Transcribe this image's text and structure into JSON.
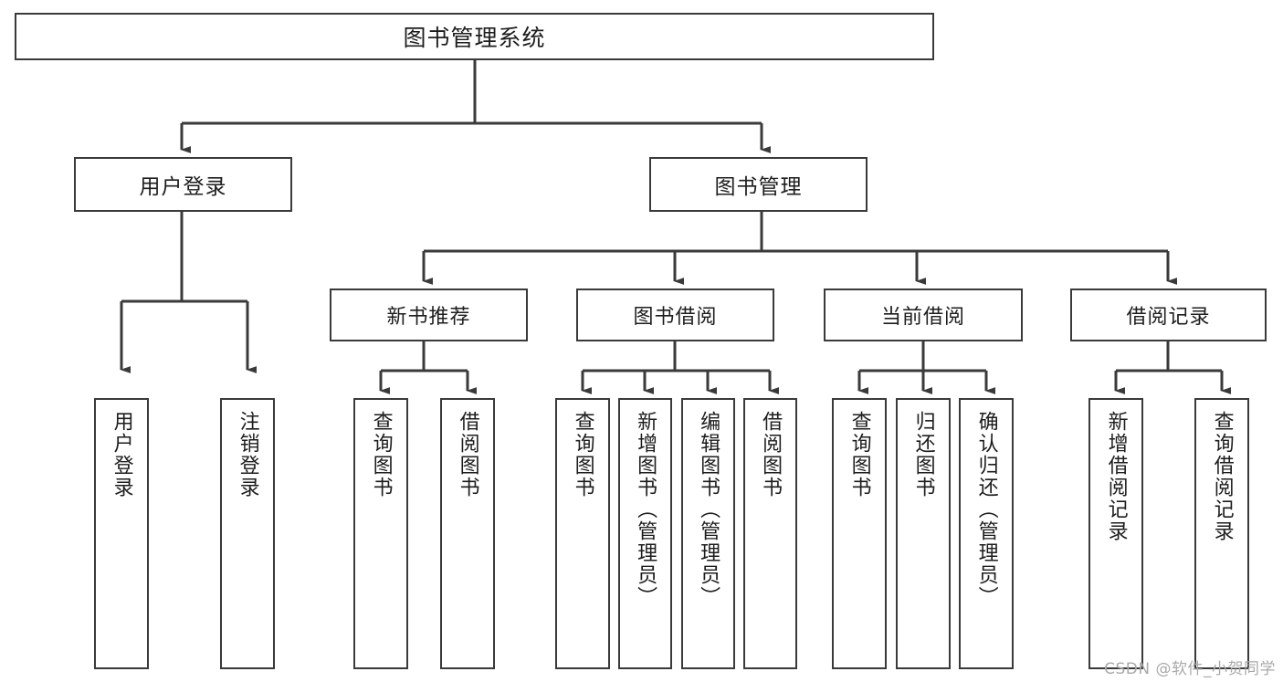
{
  "diagram": {
    "title": "图书管理系统",
    "type": "tree-hierarchy-chart",
    "colors": {
      "border": "#3a3a3a",
      "background": "#ffffff",
      "text": "#1d1d1d",
      "watermark": "#a9a9a9"
    },
    "root": {
      "label": "图书管理系统"
    },
    "level2": [
      {
        "label": "用户登录"
      },
      {
        "label": "图书管理"
      }
    ],
    "level3": [
      {
        "label": "新书推荐"
      },
      {
        "label": "图书借阅"
      },
      {
        "label": "当前借阅"
      },
      {
        "label": "借阅记录"
      }
    ],
    "leaves_user_login": [
      {
        "label": "用户登录"
      },
      {
        "label": "注销登录"
      }
    ],
    "leaves_new_books": [
      {
        "label": "查询图书"
      },
      {
        "label": "借阅图书"
      }
    ],
    "leaves_borrow": [
      {
        "label": "查询图书"
      },
      {
        "label": "新增图书（管理员）"
      },
      {
        "label": "编辑图书（管理员）"
      },
      {
        "label": "借阅图书"
      }
    ],
    "leaves_current": [
      {
        "label": "查询图书"
      },
      {
        "label": "归还图书"
      },
      {
        "label": "确认归还（管理员）"
      }
    ],
    "leaves_records": [
      {
        "label": "新增借阅记录"
      },
      {
        "label": "查询借阅记录"
      }
    ]
  },
  "watermark": {
    "text": "CSDN @软件_小贺同学"
  }
}
